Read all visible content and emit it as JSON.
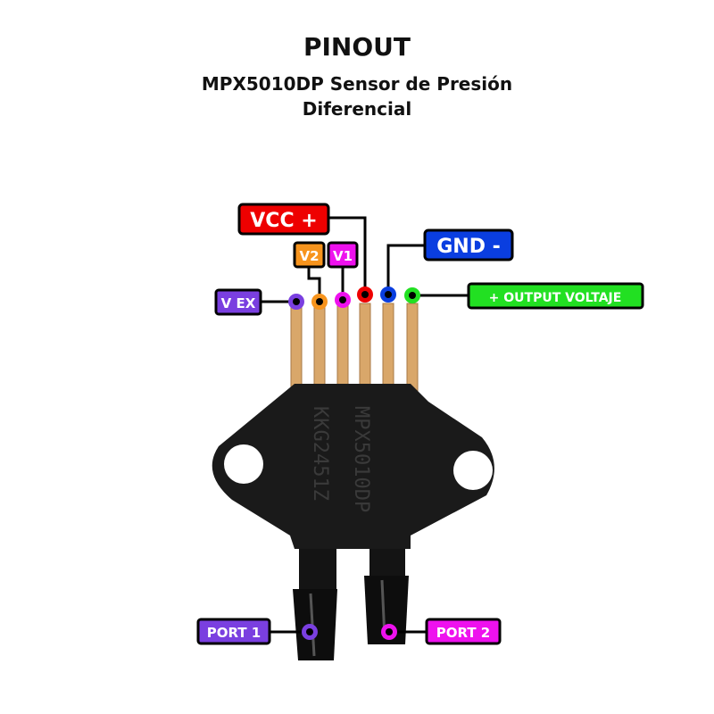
{
  "header": {
    "title": "PINOUT",
    "subtitle": "MPX5010DP Sensor de Presión Diferencial"
  },
  "device": {
    "marking_line1": "MPX5010DP",
    "marking_line2": "KKG2451Z"
  },
  "pins": [
    {
      "id": "vex",
      "label": "V EX",
      "color": "#7a3fe0"
    },
    {
      "id": "v2",
      "label": "V2",
      "color": "#f7941d"
    },
    {
      "id": "v1",
      "label": "V1",
      "color": "#ee11ee"
    },
    {
      "id": "vcc",
      "label": "VCC +",
      "color": "#ee0000"
    },
    {
      "id": "gnd",
      "label": "GND -",
      "color": "#0a3ee0"
    },
    {
      "id": "out",
      "label": "+ OUTPUT VOLTAJE",
      "color": "#22e022"
    }
  ],
  "ports": [
    {
      "id": "port1",
      "label": "PORT 1",
      "color": "#7a3fe0"
    },
    {
      "id": "port2",
      "label": "PORT 2",
      "color": "#ee11ee"
    }
  ]
}
